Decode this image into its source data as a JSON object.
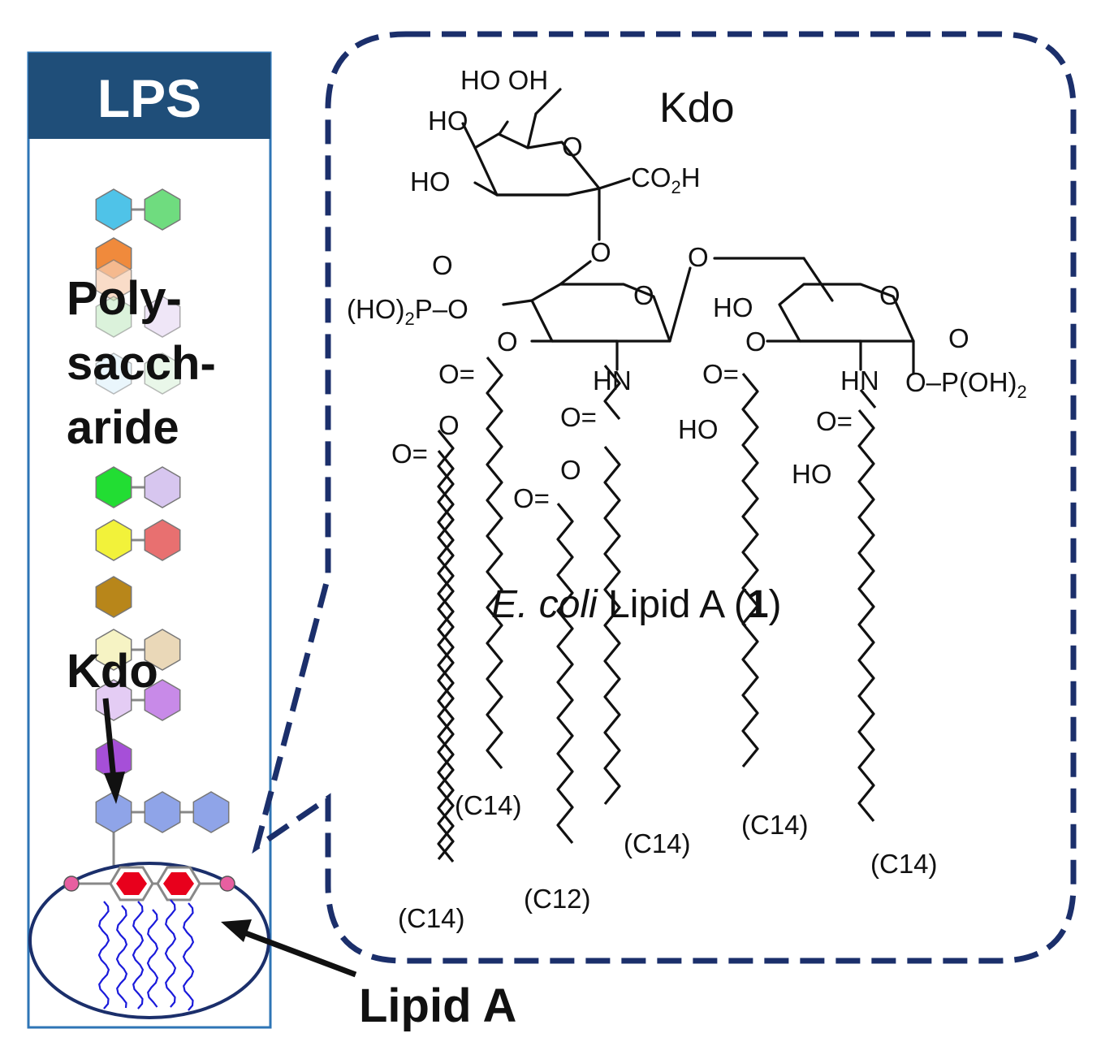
{
  "lps_panel": {
    "title": "LPS",
    "polysaccharide_label": [
      "Poly-",
      "sacch-",
      "aride"
    ],
    "kdo_label": "Kdo",
    "lipid_a_label": "Lipid A"
  },
  "structure_panel": {
    "kdo_label": "Kdo",
    "caption_italic": "E. coli",
    "caption_rest": " Lipid A (",
    "caption_number": "1",
    "caption_close": ")",
    "groups": {
      "hooh": "HO OH",
      "ho_top": "HO",
      "ho_ring": "HO",
      "o_ring": "O",
      "co2h_pre": "CO",
      "co2h_sub": "2",
      "co2h_post": "H",
      "o_link1": "O",
      "o_link2": "O",
      "phos_left_pre": "(HO)",
      "phos_left_sub": "2",
      "phos_left_post": "P–O",
      "phos_left_o": "O",
      "o_ring2": "O",
      "o_ring3": "O",
      "ho_ring3": "HO",
      "o_ester1": "O",
      "o_ester2": "O",
      "hn1": "HN",
      "hn2": "HN",
      "phos_right": "O–P(OH)",
      "phos_right_sub": "2",
      "phos_right_o": "O",
      "carbonyl1": "O=",
      "carbonyl2": "O=",
      "carbonyl3": "O=",
      "carbonyl4": "O=",
      "carbonyl5": "O=",
      "carbonyl6": "O=",
      "o_acyl1": "O",
      "o_acyl2": "O",
      "ho_chain1": "HO",
      "ho_chain2": "HO"
    },
    "chain_labels": [
      "(C14)",
      "(C14)",
      "(C12)",
      "(C14)",
      "(C14)",
      "(C14)"
    ]
  },
  "colors": {
    "header_bg": "#1f4e79",
    "panel_border": "#2e75b6",
    "dash_border": "#1b2f6b",
    "ellipse_border": "#1b2f6b",
    "lipid_tail": "#1a1adb",
    "head_red": "#e8001c",
    "phosphate_pink": "#e85fa0",
    "kdo_blue": "#8fa4e8",
    "kdo_purple": "#a64fd8"
  }
}
